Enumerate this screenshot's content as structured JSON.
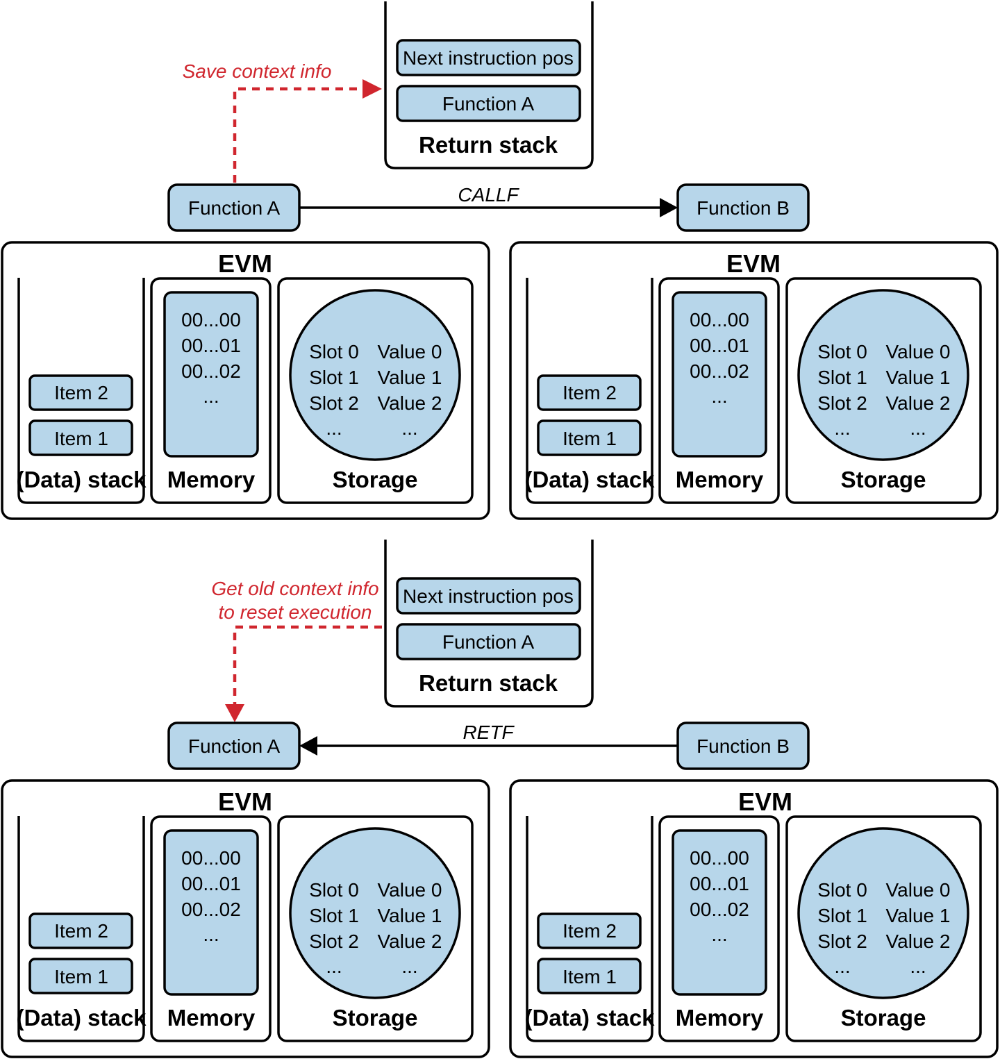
{
  "colors": {
    "box_fill": "#b7d6ea",
    "annotation_red": "#d0262e",
    "stroke": "#000000"
  },
  "top": {
    "save_context": "Save context info",
    "return_stack": {
      "items": [
        "Next instruction pos",
        "Function A"
      ],
      "label": "Return stack"
    },
    "caller": "Function A",
    "callee": "Function B",
    "call_op": "CALLF"
  },
  "bottom": {
    "get_context": [
      "Get old context info",
      "to reset execution"
    ],
    "return_stack": {
      "items": [
        "Next instruction pos",
        "Function A"
      ],
      "label": "Return stack"
    },
    "caller": "Function A",
    "callee": "Function B",
    "ret_op": "RETF"
  },
  "evm": {
    "title": "EVM",
    "stack": {
      "items": [
        "Item 2",
        "Item 1"
      ],
      "label": "(Data) stack"
    },
    "memory": {
      "rows": [
        "00...00",
        "00...01",
        "00...02",
        "..."
      ],
      "label": "Memory"
    },
    "storage": {
      "slots": [
        "Slot 0",
        "Slot 1",
        "Slot 2",
        "..."
      ],
      "values": [
        "Value 0",
        "Value 1",
        "Value 2",
        "..."
      ],
      "label": "Storage"
    }
  }
}
